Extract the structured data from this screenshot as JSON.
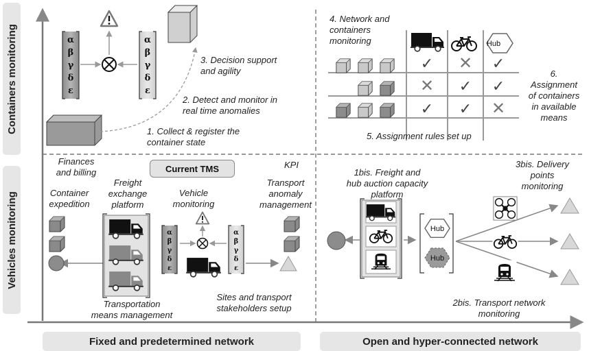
{
  "side_labels": {
    "top": "Containers monitoring",
    "bottom": "Vehicles monitoring"
  },
  "bottom_labels": {
    "left": "Fixed and predetermined network",
    "right": "Open and hyper-connected network"
  },
  "greek": [
    "α",
    "β",
    "γ",
    "δ",
    "ε"
  ],
  "tl_steps": {
    "decision": "3. Decision support\nand agility",
    "detect": "2. Detect and monitor in\nreal time anomalies",
    "collect": "1. Collect & register the\ncontainer state"
  },
  "tr": {
    "network": "4. Network and\ncontainers\nmonitoring",
    "hub": "Hub",
    "assignment": "6.\nAssignment\nof containers\nin available\nmeans",
    "rules": "5. Assignment rules set up",
    "matrix": [
      [
        "check",
        "cross",
        "check"
      ],
      [
        "cross",
        "check",
        "check"
      ],
      [
        "check",
        "check",
        "cross"
      ]
    ],
    "check_glyph": "✓",
    "cross_glyph": "✕"
  },
  "bl": {
    "finances": "Finances\nand billing",
    "current_tms": "Current TMS",
    "kpi": "KPI",
    "container_expedition": "Container\nexpedition",
    "freight_platform": "Freight\nexchange\nplatform",
    "vehicle_monitoring": "Vehicle\nmonitoring",
    "anomaly": "Transport\nanomaly\nmanagement",
    "means_mgmt": "Transportation\nmeans management",
    "sites": "Sites and transport\nstakeholders setup"
  },
  "br": {
    "auction": "1bis. Freight and\nhub auction capacity\nplatform",
    "delivery": "3bis. Delivery\npoints\nmonitoring",
    "hub1": "Hub",
    "hub2": "Hub",
    "network_monitoring": "2bis. Transport network\nmonitoring"
  },
  "colors": {
    "box_light": "#d4d4d4",
    "box_dark": "#8c8c8c",
    "truck_dark": "#111111",
    "truck_grey": "#888888",
    "arrow": "#888888",
    "band": "#e6e6e6"
  },
  "icons": [
    "warning-icon",
    "multiply-circle-icon",
    "truck-icon",
    "bicycle-icon",
    "train-icon",
    "drone-icon",
    "container-icon",
    "hub-icon",
    "check-icon",
    "cross-icon"
  ]
}
